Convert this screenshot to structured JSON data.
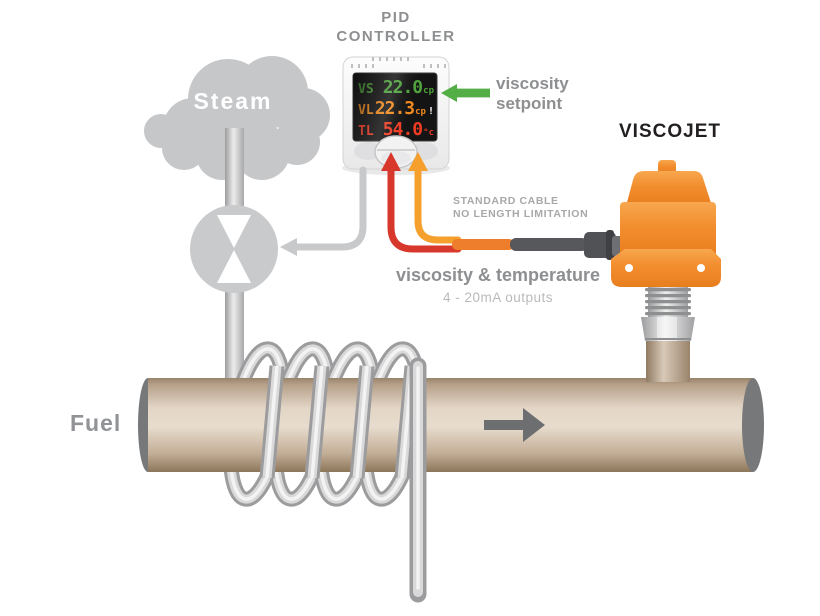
{
  "header": {
    "title_line1": "PID",
    "title_line2": "CONTROLLER"
  },
  "controller": {
    "display": {
      "row1": {
        "label": "VS",
        "value": "22.0",
        "unit": "cp"
      },
      "row2": {
        "label": "VL",
        "value": "22.3",
        "unit": "cp",
        "alert": "!"
      },
      "row3": {
        "label": "TL",
        "value": "54.0",
        "unit": "°c"
      }
    }
  },
  "annotations": {
    "setpoint_line1": "viscosity",
    "setpoint_line2": "setpoint",
    "sensor_name": "VISCOJET",
    "cable_line1": "STANDARD CABLE",
    "cable_line2": "NO LENGTH LIMITATION",
    "outputs_line1": "viscosity & temperature",
    "outputs_line2": "4 - 20mA outputs",
    "steam_label": "Steam",
    "fuel_label": "Fuel"
  },
  "colors": {
    "setpoint_arrow_green": "#53af45",
    "wire_red": "#d8382b",
    "wire_orange": "#f5a02d",
    "cable_orange": "#ee7e2b",
    "cable_gray": "#57585c",
    "sensor_orange": "#f28d2e",
    "display_green": "#4ea13c",
    "display_orange": "#f08a1f",
    "display_red": "#ef3b24",
    "pipe_tan": "#e0d3c4",
    "steel_gray": "#c9cacb"
  }
}
